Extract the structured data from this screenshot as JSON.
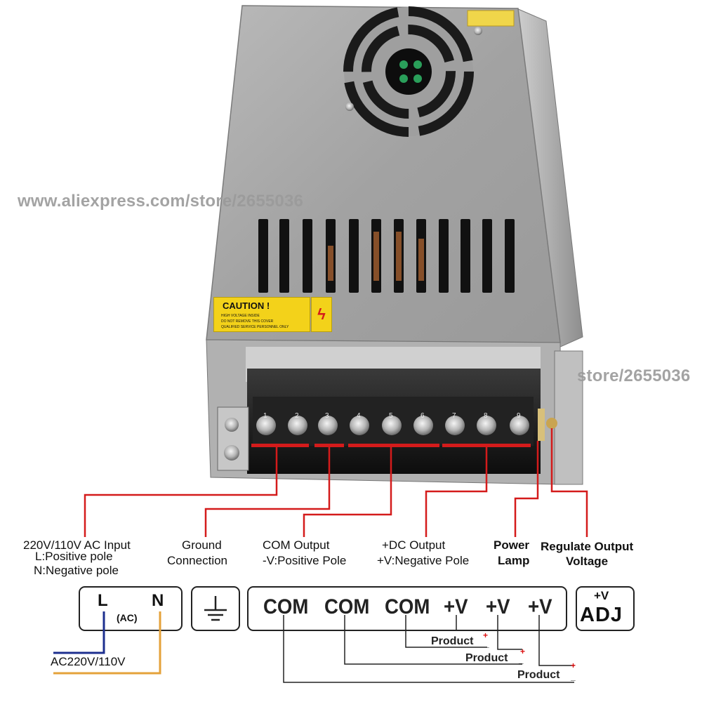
{
  "watermark": {
    "text_main": "www.aliexpress.com/store/2655036",
    "text_right": "store/2655036"
  },
  "caution_label": {
    "title": "CAUTION !",
    "lines": [
      "HIGH VOLTAGE INSIDE",
      "DO NOT REMOVE THIS COVER",
      "QUALIFIED SERVICE PERSONNEL ONLY"
    ]
  },
  "terminal_numbers": [
    "1",
    "2",
    "3",
    "4",
    "5",
    "6",
    "7",
    "8",
    "9"
  ],
  "labels": {
    "ac_input_1": "220V/110V AC Input",
    "ac_input_2": "L:Positive pole",
    "ac_input_3": "N:Negative pole",
    "ground_1": "Ground",
    "ground_2": "Connection",
    "com_1": "COM Output",
    "com_2": "-V:Positive Pole",
    "dc_1": "+DC Output",
    "dc_2": "+V:Negative Pole",
    "lamp_1": "Power",
    "lamp_2": "Lamp",
    "adj_1": "Regulate Output",
    "adj_2": "Voltage"
  },
  "diagram": {
    "ac_box": {
      "l": "L",
      "n": "N",
      "ac": "(AC)"
    },
    "output_box": [
      "COM",
      "COM",
      "COM",
      "+V",
      "+V",
      "+V"
    ],
    "adj_box": {
      "top": "+V",
      "bottom": "ADJ"
    },
    "ac_line_label": "AC220V/110V",
    "product_label": "Product",
    "plus_sign": "+",
    "minus_sign": "_"
  },
  "colors": {
    "callout_line": "#d41b1b",
    "ac_wire_blue": "#1d2f8f",
    "ac_wire_orange": "#e4a23a",
    "case_metal": "#a9a9a9",
    "caution_yellow": "#f3d21a"
  }
}
